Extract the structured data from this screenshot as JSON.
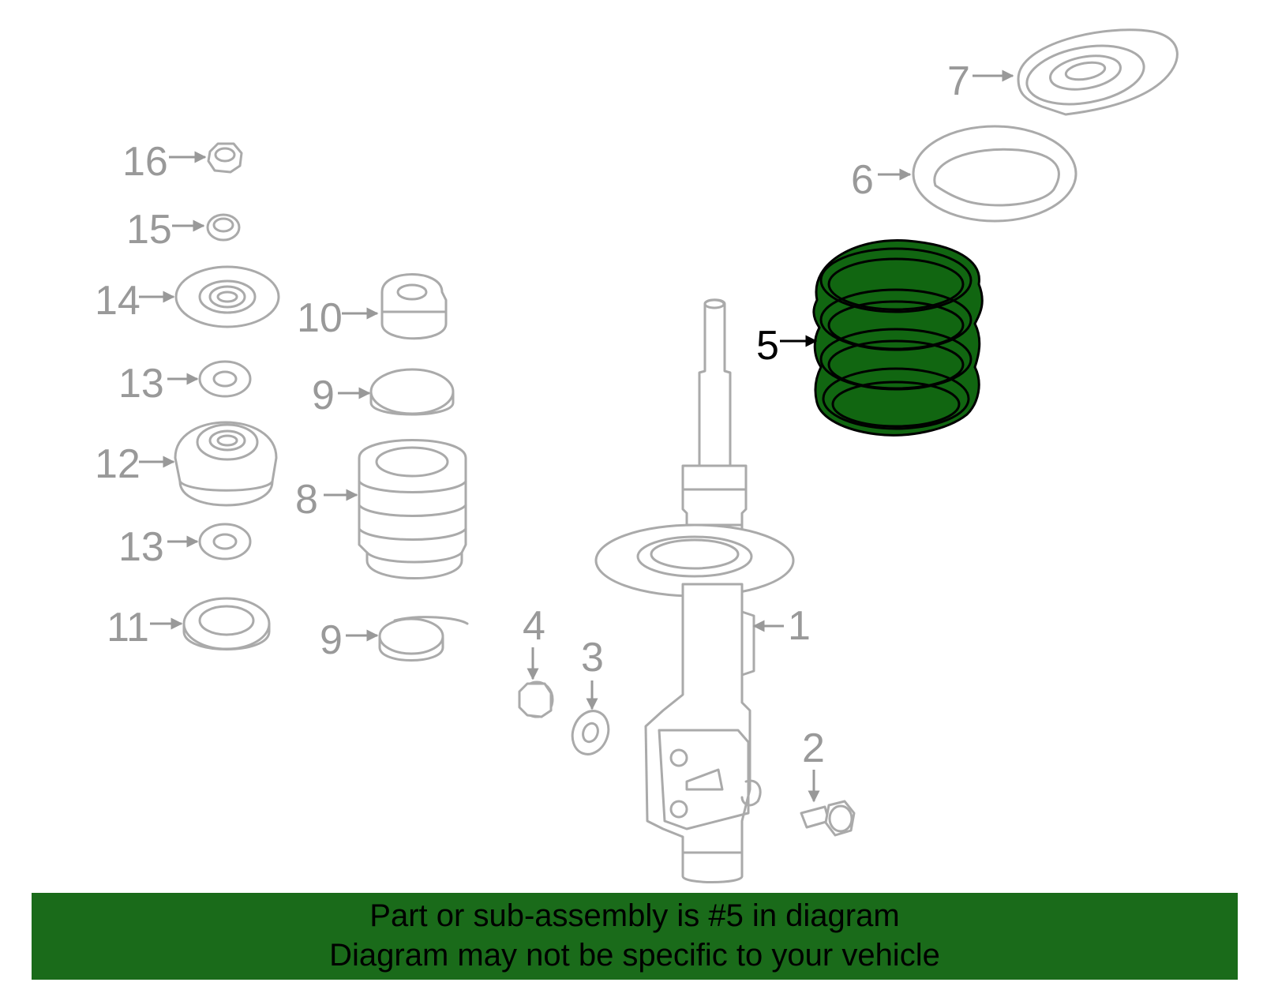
{
  "banner": {
    "line1": "Part or sub-assembly is #5 in diagram",
    "line2": "Diagram may not be specific to your vehicle"
  },
  "highlighted_part": "5",
  "colors": {
    "highlight": "#116611",
    "banner": "#1a6b1a",
    "parts": "#aaaaaa",
    "callouts": "#999999"
  },
  "callouts": {
    "c1": "1",
    "c2": "2",
    "c3": "3",
    "c4": "4",
    "c5": "5",
    "c6": "6",
    "c7": "7",
    "c8": "8",
    "c9a": "9",
    "c9b": "9",
    "c10": "10",
    "c11": "11",
    "c12": "12",
    "c13a": "13",
    "c13b": "13",
    "c14": "14",
    "c15": "15",
    "c16": "16"
  }
}
